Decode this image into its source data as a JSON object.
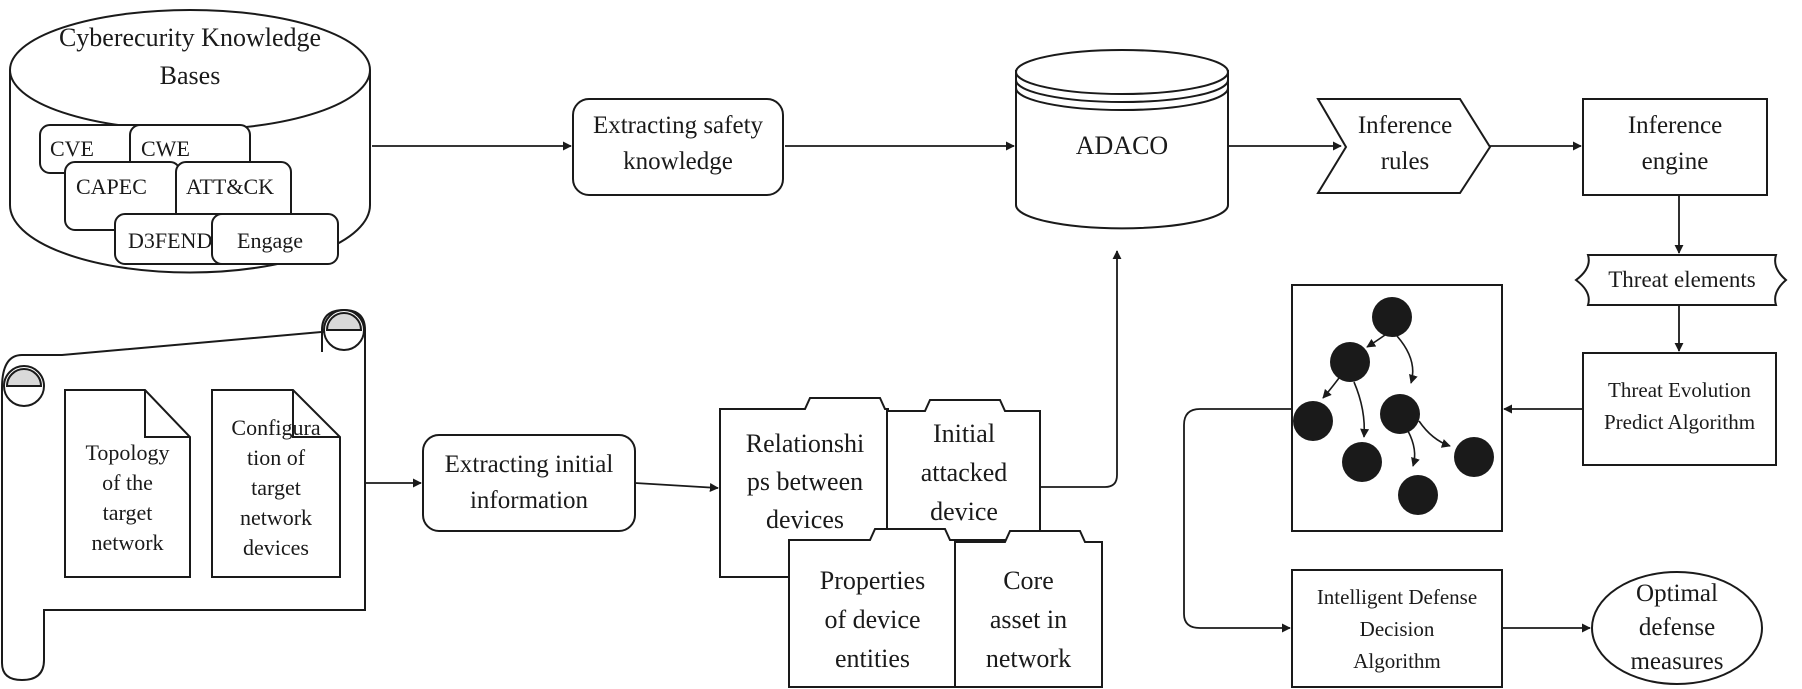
{
  "kb": {
    "title": [
      "Cyberecurity Knowledge",
      "Bases"
    ],
    "items": [
      "CVE",
      "CWE",
      "CAPEC",
      "ATT&CK",
      "D3FEND",
      "Engage"
    ]
  },
  "extract_safety": [
    "Extracting safety",
    "knowledge"
  ],
  "adaco": "ADACO",
  "inference_rules": [
    "Inference",
    "rules"
  ],
  "inference_engine": [
    "Inference",
    "engine"
  ],
  "threat_elements": "Threat elements",
  "threat_evolution": [
    "Threat Evolution",
    "Predict Algorithm"
  ],
  "scroll_docs": {
    "topology": [
      "Topology",
      "of the",
      "target",
      "network"
    ],
    "config": [
      "Configura",
      "tion of",
      "target",
      "network",
      "devices"
    ]
  },
  "extract_initial": [
    "Extracting initial",
    "information"
  ],
  "folders": {
    "relationships": [
      "Relationshi",
      "ps between",
      "devices"
    ],
    "initial_attacked": [
      "Initial",
      "attacked",
      "device"
    ],
    "properties": [
      "Properties",
      "of device",
      "entities"
    ],
    "core_asset": [
      "Core",
      "asset in",
      "network"
    ]
  },
  "intelligent_defense": [
    "Intelligent Defense",
    "Decision",
    "Algorithm"
  ],
  "optimal_defense": [
    "Optimal",
    "defense",
    "measures"
  ],
  "colors": {
    "stroke": "#1a1a1a",
    "fill": "#ffffff",
    "node": "#1a1a1a",
    "curl": "#d9d9d9"
  }
}
